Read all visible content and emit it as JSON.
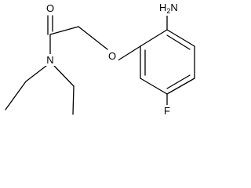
{
  "molecule": {
    "atoms": {
      "oxygen_carbonyl": "O",
      "nitrogen_amide": "N",
      "oxygen_ether": "O",
      "amine": {
        "symbol": "H",
        "subscript": "2",
        "element": "N"
      },
      "fluorine": "F"
    }
  }
}
